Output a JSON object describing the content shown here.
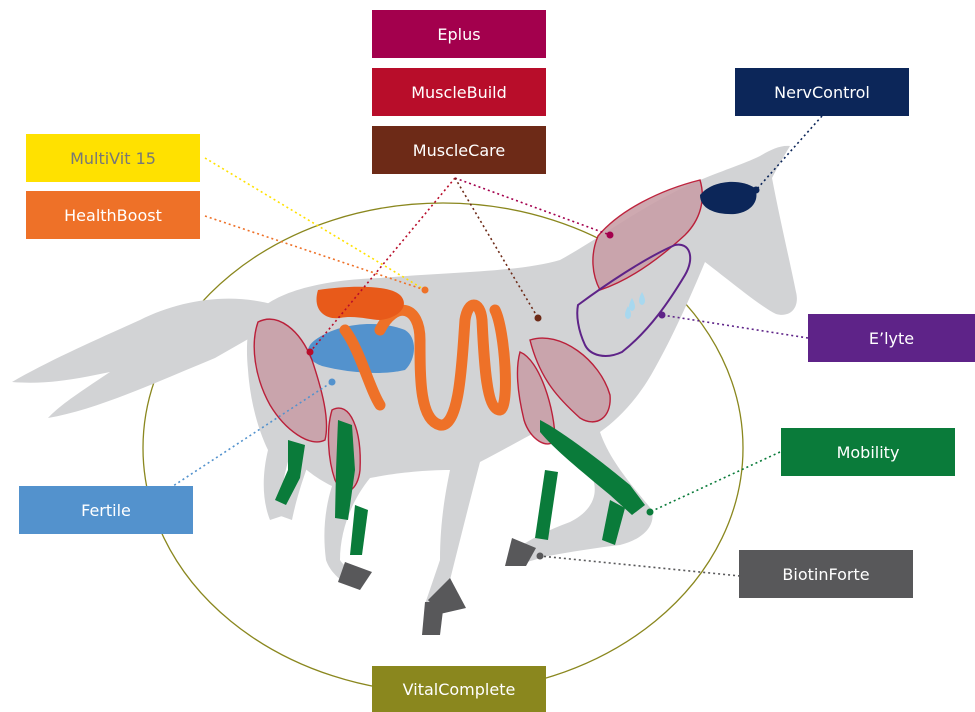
{
  "labels": {
    "eplus": "Eplus",
    "musclebuild": "MuscleBuild",
    "musclecare": "MuscleCare",
    "nervcontrol": "NervControl",
    "multivit": "MultiVit 15",
    "healthboost": "HealthBoost",
    "elyte": "E’lyte",
    "mobility": "Mobility",
    "fertile": "Fertile",
    "biotinforte": "BiotinForte",
    "vitalcomplete": "VitalComplete"
  },
  "colors": {
    "eplus": "#a3004d",
    "musclebuild": "#b80d2a",
    "musclecare": "#6d2a17",
    "nervcontrol": "#0c2659",
    "multivit": "#ffe100",
    "healthboost": "#ee7128",
    "elyte": "#5e2388",
    "mobility": "#0a7b3a",
    "fertile": "#5392cd",
    "biotinforte": "#58585a",
    "vitalcomplete": "#8a871e",
    "horse_body": "#d2d3d5",
    "hoof": "#58585a",
    "ellipse": "#8a871e"
  }
}
